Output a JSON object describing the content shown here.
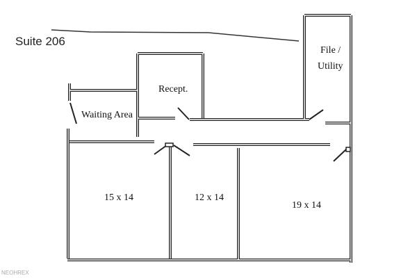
{
  "title": "Suite 206",
  "rooms": {
    "reception": "Recept.",
    "waiting": "Waiting Area",
    "file_line1": "File /",
    "file_line2": "Utility",
    "office1": "15 x 14",
    "office2": "12 x 14",
    "office3": "19 x 14"
  },
  "watermark": "NEOHREX"
}
